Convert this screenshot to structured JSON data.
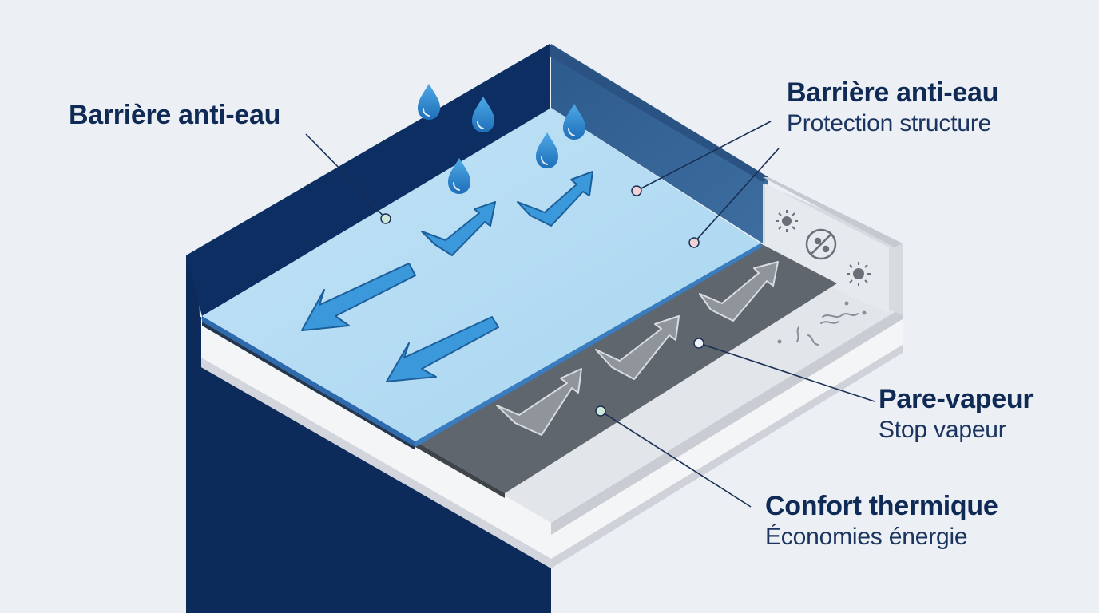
{
  "labels": {
    "top_left": {
      "title": "Barrière anti-eau"
    },
    "top_right": {
      "title": "Barrière anti-eau",
      "subtitle": "Protection structure"
    },
    "mid_right": {
      "title": "Pare-vapeur",
      "subtitle": "Stop vapeur"
    },
    "bottom_right": {
      "title": "Confort thermique",
      "subtitle": "Économies énergie"
    }
  },
  "colors": {
    "background": "#eceff3",
    "wall_dark_navy": "#0c2a5a",
    "wall_top_blue": "#2f5d8f",
    "waterproof_membrane": "#b3dcf3",
    "water_arrows": "#3b98da",
    "vapor_barrier": "#5f666d",
    "vapor_arrows": "#8f959b",
    "insulation": "#f4f5f7",
    "label_text": "#0f2a55",
    "leader_lines": "#1a2f55"
  },
  "icons": [
    "water-drop-icon",
    "arrow-down-left-icon",
    "arrow-up-right-icon",
    "mold-spore-icon",
    "no-mold-icon",
    "dust-fiber-icon"
  ]
}
